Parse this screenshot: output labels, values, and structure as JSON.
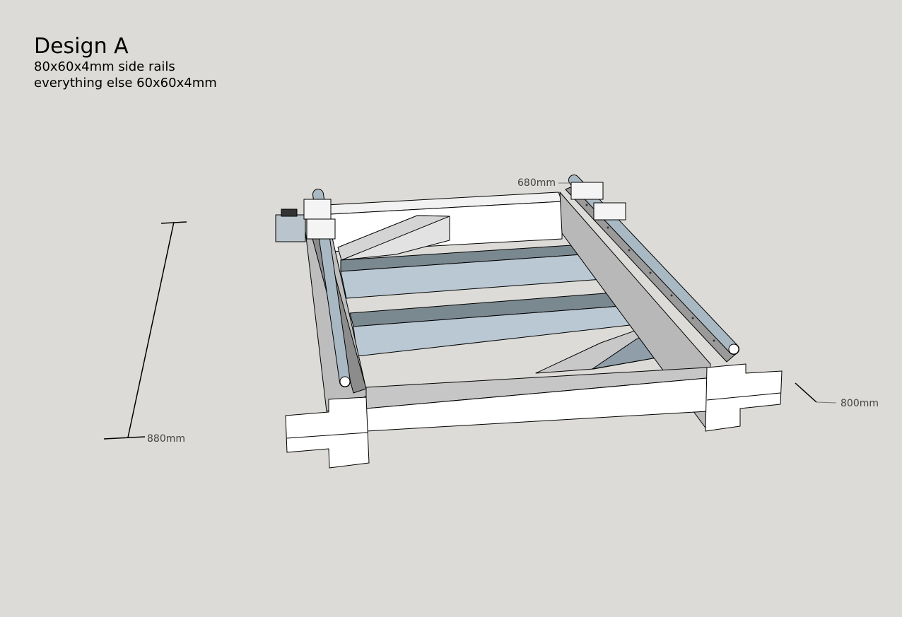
{
  "header": {
    "title": "Design A",
    "lines": [
      "80x60x4mm side rails",
      "everything else 60x60x4mm"
    ]
  },
  "dimensions": {
    "width_top": "680mm",
    "depth_right": "800mm",
    "length_left": "880mm"
  },
  "colors": {
    "background": "#dcdbd7",
    "beam_top": "#7a8890",
    "beam_front": "#b9c8d3",
    "rod": "#a9b9c3"
  }
}
